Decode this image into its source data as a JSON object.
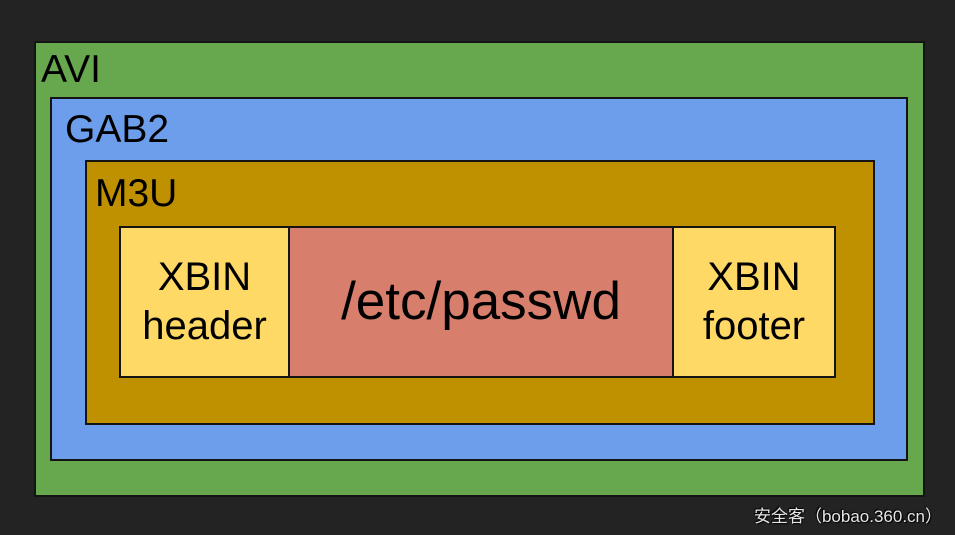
{
  "diagram": {
    "avi": {
      "label": "AVI",
      "color": "#67a84f"
    },
    "gab2": {
      "label": "GAB2",
      "color": "#6d9eeb"
    },
    "m3u": {
      "label": "M3U",
      "color": "#bf9000"
    },
    "xbin_header": {
      "line1": "XBIN",
      "line2": "header",
      "color": "#fed966"
    },
    "payload": {
      "label": "/etc/passwd",
      "color": "#d87e6d"
    },
    "xbin_footer": {
      "line1": "XBIN",
      "line2": "footer",
      "color": "#fed966"
    }
  },
  "watermark": {
    "text": "安全客（bobao.360.cn）"
  },
  "colors": {
    "background": "#232323",
    "border": "#141414",
    "text": "#000000",
    "watermark_text": "#e6e6e6"
  }
}
